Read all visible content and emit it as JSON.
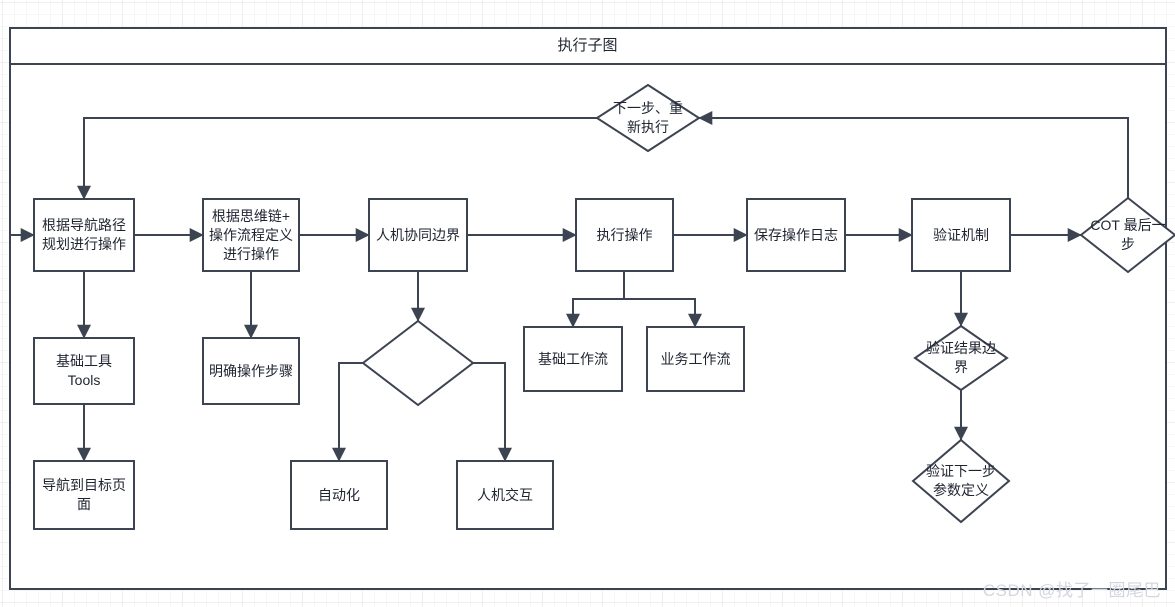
{
  "diagram": {
    "title": "执行子图",
    "watermark": "CSDN @找了一圈尾巴",
    "colors": {
      "stroke": "#3d4451",
      "fill": "#ffffff",
      "text": "#1f2430",
      "grid_minor": "#f7f7f7",
      "grid_major": "#efefef",
      "watermark": "#d3d7dd"
    },
    "nodes": [
      {
        "id": "n1",
        "shape": "rect",
        "label": "根据导航路径\n规划进行操作"
      },
      {
        "id": "n2",
        "shape": "rect",
        "label": "根据思维链+\n操作流程定义\n进行操作"
      },
      {
        "id": "n3",
        "shape": "rect",
        "label": "人机协同边界"
      },
      {
        "id": "n4",
        "shape": "rect",
        "label": "执行操作"
      },
      {
        "id": "n5",
        "shape": "rect",
        "label": "保存操作日志"
      },
      {
        "id": "n6",
        "shape": "rect",
        "label": "验证机制"
      },
      {
        "id": "n7",
        "shape": "diamond",
        "label": "COT 最后一\n步"
      },
      {
        "id": "n8",
        "shape": "diamond",
        "label": "下一步、重\n新执行"
      },
      {
        "id": "n9",
        "shape": "rect",
        "label": "基础工具\nTools"
      },
      {
        "id": "n10",
        "shape": "rect",
        "label": "导航到目标页\n面"
      },
      {
        "id": "n11",
        "shape": "rect",
        "label": "明确操作步骤"
      },
      {
        "id": "n12",
        "shape": "diamond",
        "label": ""
      },
      {
        "id": "n13",
        "shape": "rect",
        "label": "自动化"
      },
      {
        "id": "n14",
        "shape": "rect",
        "label": "人机交互"
      },
      {
        "id": "n15",
        "shape": "rect",
        "label": "基础工作流"
      },
      {
        "id": "n16",
        "shape": "rect",
        "label": "业务工作流"
      },
      {
        "id": "n17",
        "shape": "diamond",
        "label": "验证结果边\n界"
      },
      {
        "id": "n18",
        "shape": "diamond",
        "label": "验证下一步\n参数定义"
      }
    ],
    "edges": [
      {
        "from": "entry",
        "to": "n1"
      },
      {
        "from": "n1",
        "to": "n2"
      },
      {
        "from": "n2",
        "to": "n3"
      },
      {
        "from": "n3",
        "to": "n4"
      },
      {
        "from": "n4",
        "to": "n5"
      },
      {
        "from": "n5",
        "to": "n6"
      },
      {
        "from": "n6",
        "to": "n7"
      },
      {
        "from": "n7",
        "to": "n8"
      },
      {
        "from": "n8",
        "to": "n1"
      },
      {
        "from": "n1",
        "to": "n9"
      },
      {
        "from": "n9",
        "to": "n10"
      },
      {
        "from": "n2",
        "to": "n11"
      },
      {
        "from": "n3",
        "to": "n12"
      },
      {
        "from": "n12",
        "to": "n13"
      },
      {
        "from": "n12",
        "to": "n14"
      },
      {
        "from": "n4",
        "to": "n15"
      },
      {
        "from": "n4",
        "to": "n16"
      },
      {
        "from": "n6",
        "to": "n17"
      },
      {
        "from": "n17",
        "to": "n18"
      }
    ]
  }
}
